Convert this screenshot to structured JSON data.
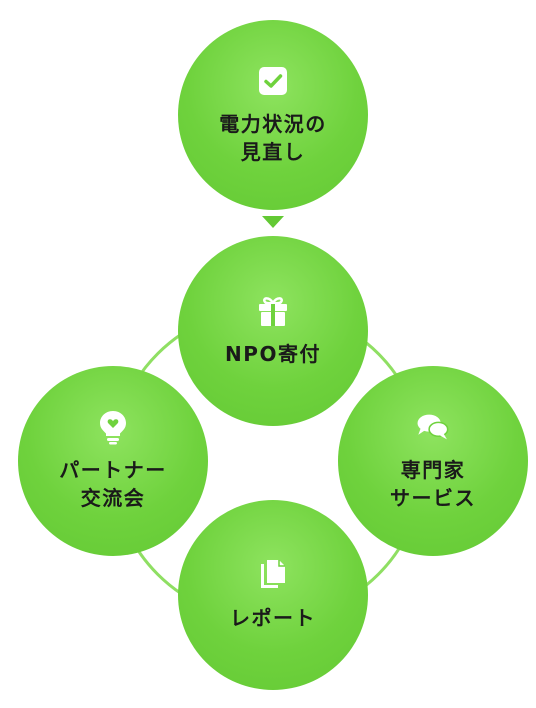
{
  "colors": {
    "circle_fill": "#6fd23d",
    "ring_line": "#8fdf63",
    "text": "#1a1a1a",
    "icon": "#ffffff"
  },
  "nodes": {
    "top": {
      "label": "電力状況の\n見直し",
      "icon": "checkbox-icon"
    },
    "center": {
      "label": "NPO寄付",
      "icon": "gift-icon"
    },
    "left": {
      "label": "パートナー\n交流会",
      "icon": "lightbulb-heart-icon"
    },
    "right": {
      "label": "専門家\nサービス",
      "icon": "chat-bubbles-icon"
    },
    "bottom": {
      "label": "レポート",
      "icon": "documents-icon"
    }
  }
}
